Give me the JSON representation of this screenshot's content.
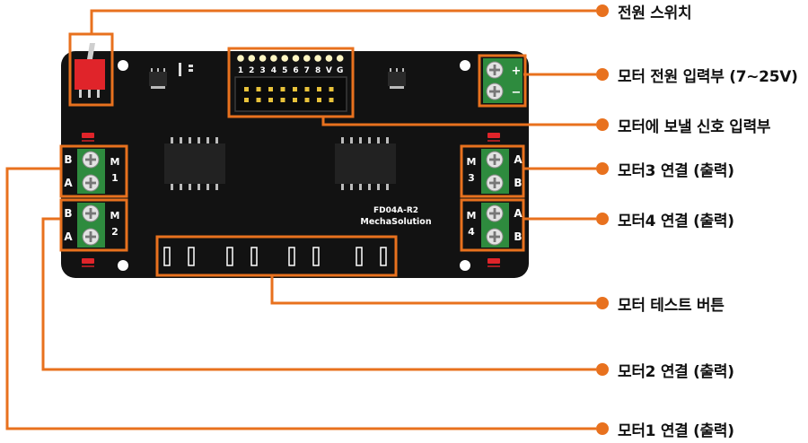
{
  "board": {
    "model": "FD04A-R2",
    "brand": "MechaSolution",
    "header_pins": [
      "1",
      "2",
      "3",
      "4",
      "5",
      "6",
      "7",
      "8",
      "V",
      "G"
    ],
    "power_terminal_marks": [
      "+",
      "−"
    ],
    "m1": {
      "top": "B",
      "bottom": "A",
      "name_a": "M",
      "name_b": "1"
    },
    "m2": {
      "top": "B",
      "bottom": "A",
      "name_a": "M",
      "name_b": "2"
    },
    "m3": {
      "top": "A",
      "bottom": "B",
      "name_a": "M",
      "name_b": "3"
    },
    "m4": {
      "top": "A",
      "bottom": "B",
      "name_a": "M",
      "name_b": "4"
    }
  },
  "callouts": {
    "power_switch": "전원 스위치",
    "motor_power_input": "모터 전원 입력부 (7~25V)",
    "motor_signal_input": "모터에 보낼 신호 입력부",
    "motor3": "모터3 연결 (출력)",
    "motor4": "모터4 연결 (출력)",
    "test_buttons": "모터 테스트 버튼",
    "motor2": "모터2 연결 (출력)",
    "motor1": "모터1 연결 (출력)"
  },
  "colors": {
    "accent": "#e8711e",
    "board": "#121212",
    "terminal": "#2e8b3e",
    "switch": "#e0242a"
  }
}
